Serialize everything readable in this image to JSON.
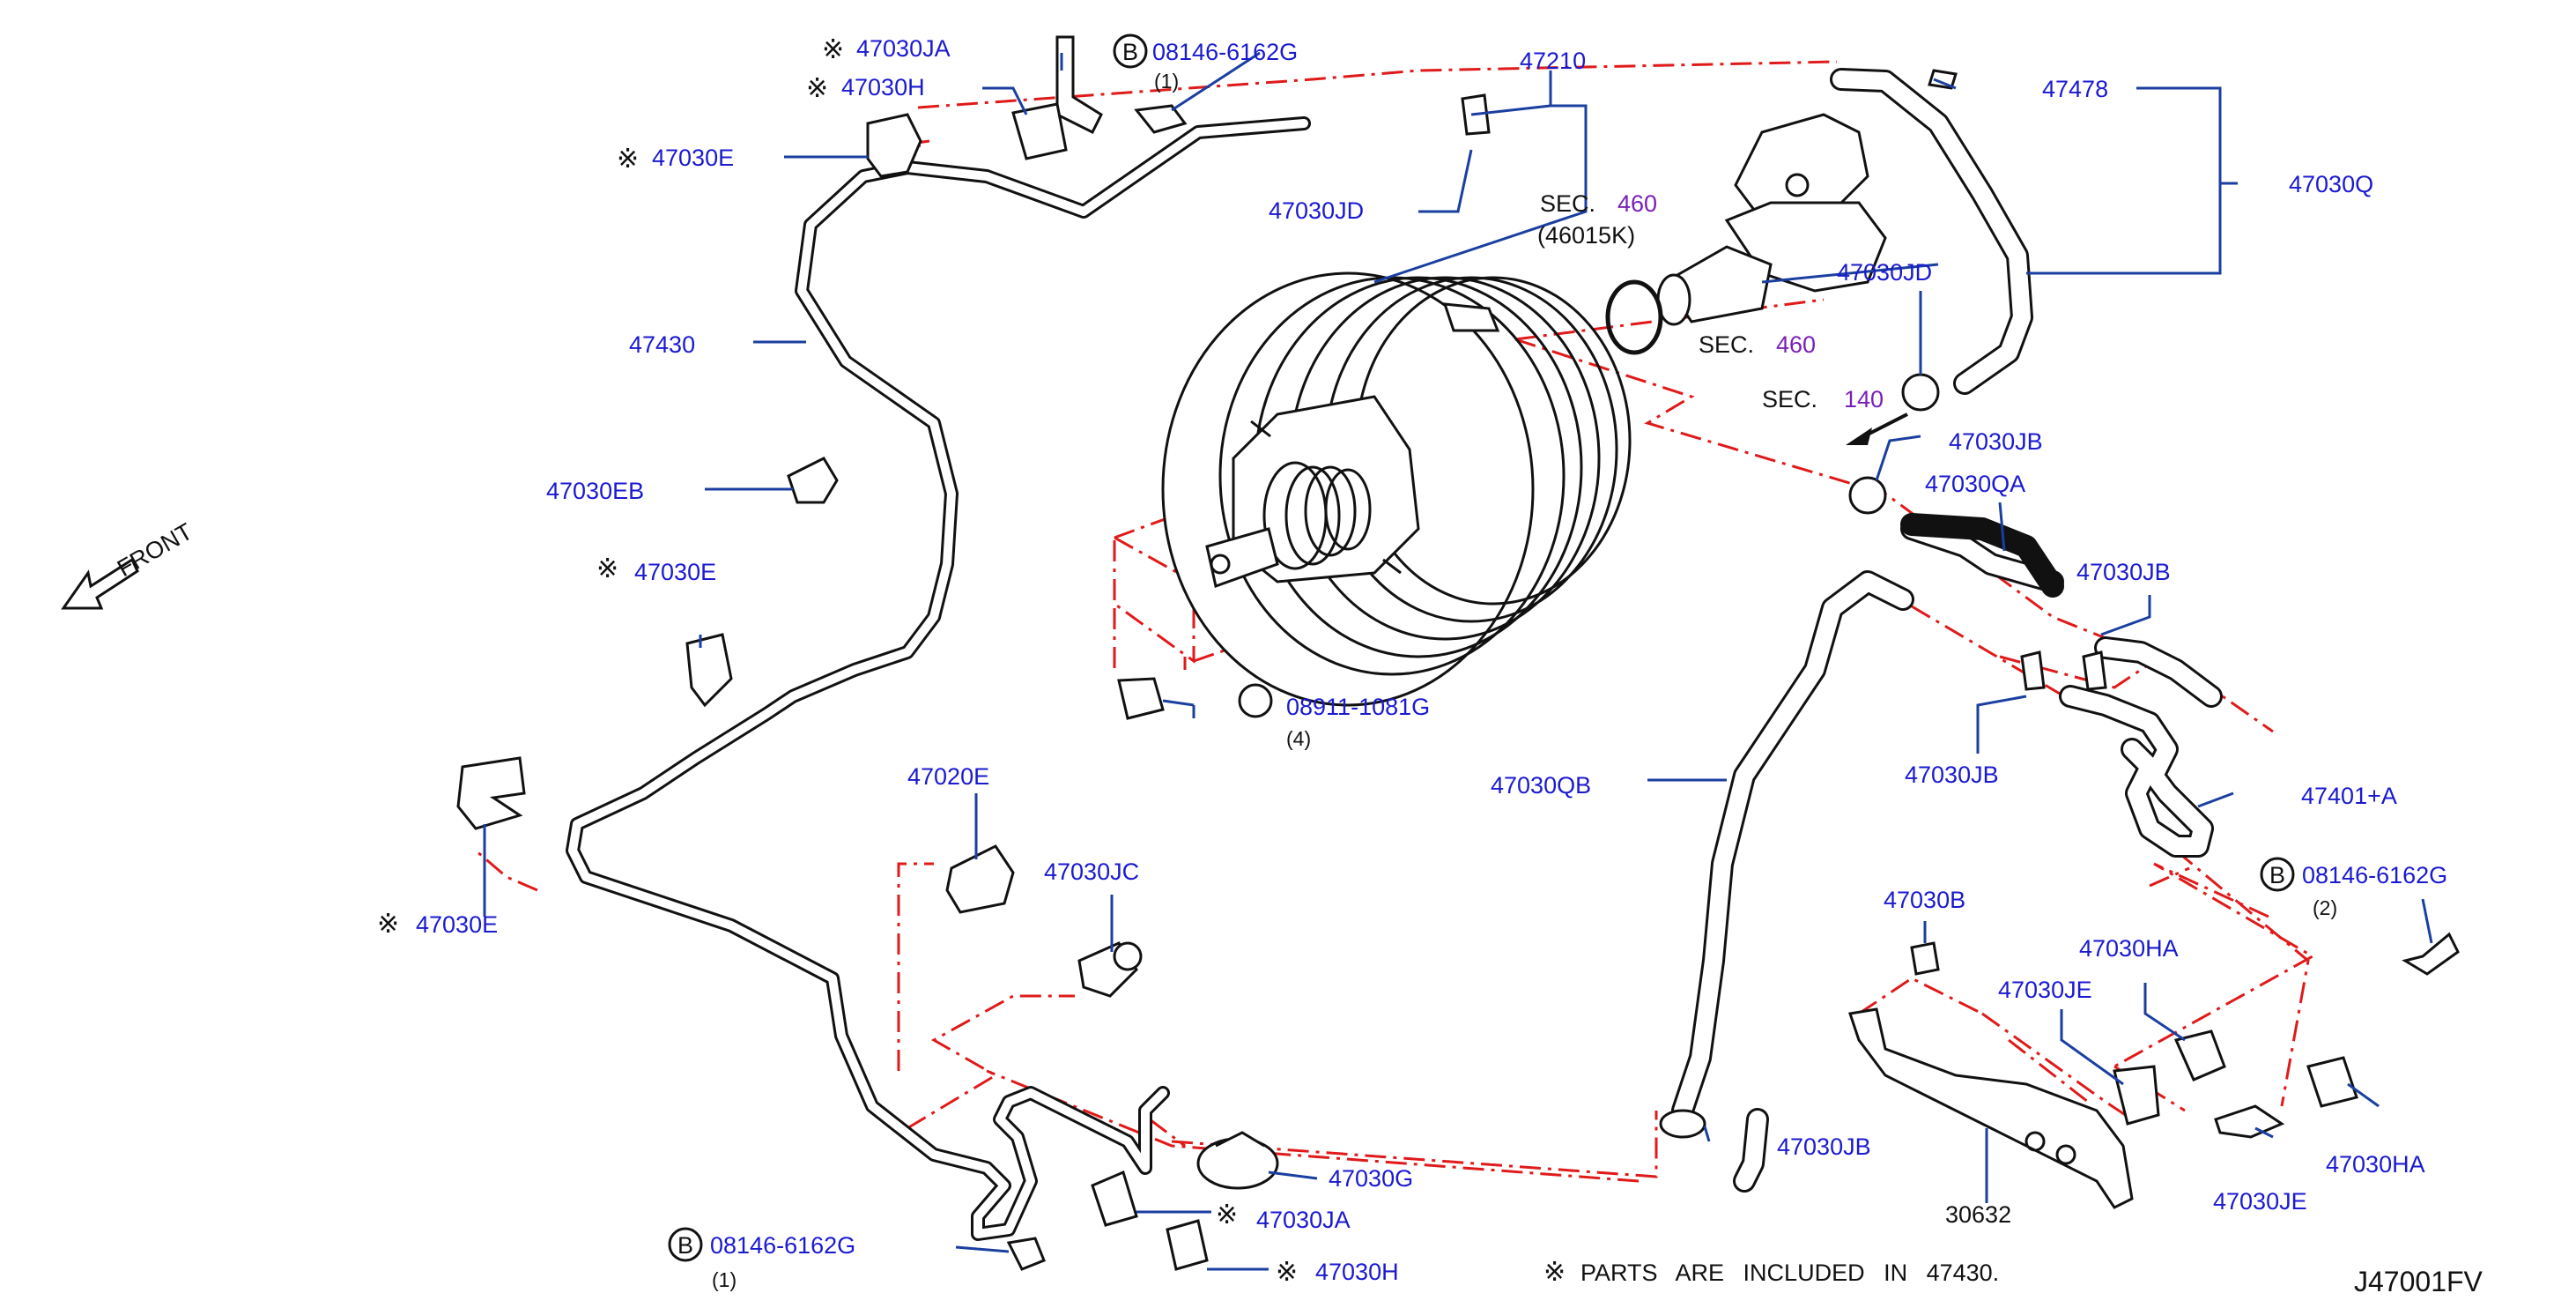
{
  "diagram_id": "J47001FV",
  "note": {
    "mark": "※",
    "text": "PARTS ARE INCLUDED IN 47430."
  },
  "front": "FRONT",
  "bolt_prefix": "B",
  "mark": "※",
  "labels": {
    "l_47030ja_top": "47030JA",
    "l_08146_top": "08146-6162G",
    "l_qty1_top": "(1)",
    "l_47030h_top": "47030H",
    "l_47030e_top": "47030E",
    "l_47210": "47210",
    "l_47478": "47478",
    "l_47030q": "47030Q",
    "l_sec460a": "SEC.",
    "l_sec460a_num": "460",
    "l_46015k": "(46015K)",
    "l_47030jd_left": "47030JD",
    "l_47030jd_right": "47030JD",
    "l_sec460b": "SEC.",
    "l_sec460b_num": "460",
    "l_sec140": "SEC.",
    "l_sec140_num": "140",
    "l_47030jb_a": "47030JB",
    "l_47030qa": "47030QA",
    "l_47030jb_b": "47030JB",
    "l_47030jb_c": "47030JB",
    "l_47430": "47430",
    "l_47030eb": "47030EB",
    "l_47030e_mid": "47030E",
    "l_nut_num": "08911-1081G",
    "l_qty4": "(4)",
    "l_47030qb": "47030QB",
    "l_47401a": "47401+A",
    "l_08146_right": "08146-6162G",
    "l_qty2": "(2)",
    "l_47030e_low": "47030E",
    "l_47020e": "47020E",
    "l_47030jc": "47030JC",
    "l_47030b": "47030B",
    "l_47030ha_a": "47030HA",
    "l_47030je_a": "47030JE",
    "l_47030ha_b": "47030HA",
    "l_47030je_b": "47030JE",
    "l_30632": "30632",
    "l_47030g": "47030G",
    "l_47030jb_d": "47030JB",
    "l_47030ja_low": "47030JA",
    "l_47030h_low": "47030H",
    "l_08146_low": "08146-6162G",
    "l_qty1_low": "(1)"
  },
  "colors": {
    "label": "#1a1ad0",
    "leader": "#1b3fa0",
    "dash": "#e01a1a",
    "section": "#7a1fb8",
    "ink": "#111111"
  }
}
